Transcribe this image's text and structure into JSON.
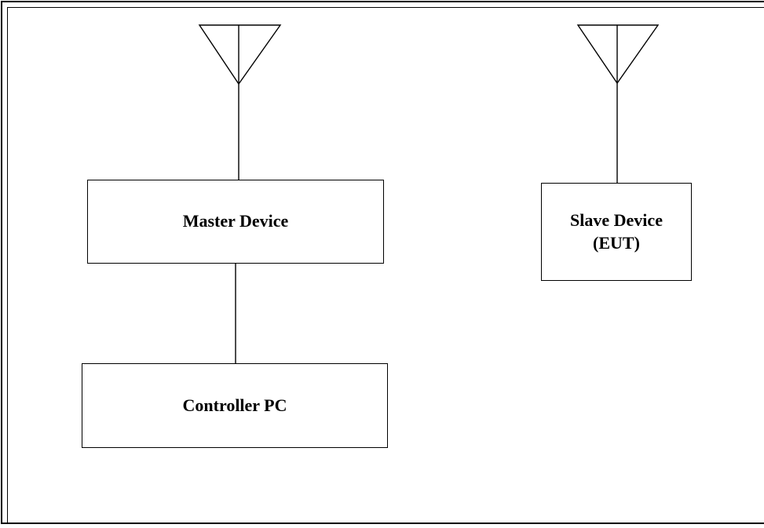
{
  "diagram": {
    "nodes": {
      "master": {
        "label": "Master Device"
      },
      "controller_pc": {
        "label": "Controller PC"
      },
      "slave": {
        "label": "Slave Device\n(EUT)"
      }
    },
    "edges": [
      {
        "from": "master-antenna",
        "to": "master"
      },
      {
        "from": "master",
        "to": "controller_pc"
      },
      {
        "from": "slave-antenna",
        "to": "slave"
      }
    ],
    "icons": [
      "antenna-icon",
      "antenna-icon"
    ]
  }
}
